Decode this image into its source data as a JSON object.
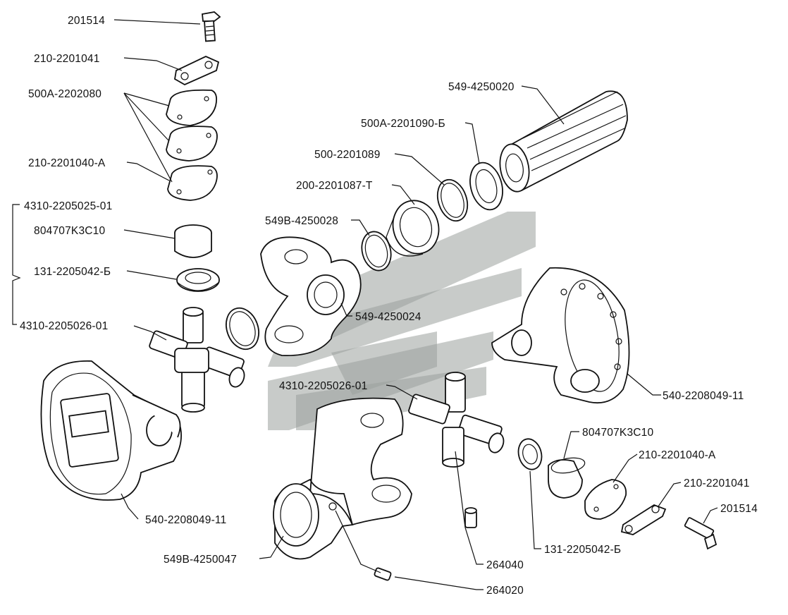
{
  "diagram": {
    "watermark_color": "#9aa09c",
    "labels": {
      "top_bolt": "201514",
      "top_lockplate": "210-2201041",
      "top_shims": "500A-2202080",
      "top_cover": "210-2201040-A",
      "left_bracket_group": "4310-2205025-01",
      "left_cup": "804707K3C10",
      "left_seal": "131-2205042-Б",
      "left_cross": "4310-2205026-01",
      "shaft": "549-4250020",
      "ring_seal": "500A-2201090-Б",
      "snap_ring_1": "500-2201089",
      "bushing": "200-2201087-T",
      "snap_ring_2": "549B-4250028",
      "yoke_top": "549-4250024",
      "flange_right": "540-2208049-11",
      "right_cross": "4310-2205026-01",
      "right_cup": "804707K3C10",
      "right_cover": "210-2201040-A",
      "right_lockplate": "210-2201041",
      "right_bolt": "201514",
      "flange_left": "540-2208049-11",
      "yoke_bottom": "549B-4250047",
      "grease_1": "264040",
      "right_seal": "131-2205042-Б",
      "grease_2": "264020"
    }
  }
}
